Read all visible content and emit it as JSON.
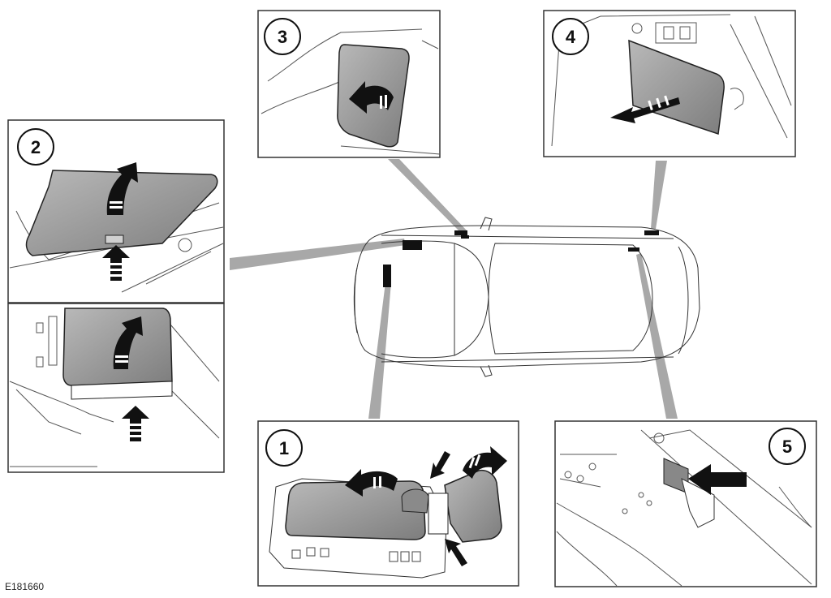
{
  "figure_id": "E181660",
  "callouts": [
    "1",
    "2",
    "3",
    "4",
    "5"
  ],
  "colors": {
    "line": "#222222",
    "panel_fill": "#9a9a9a",
    "connector": "#a8a8a8",
    "marker": "#111111"
  },
  "icons": [
    "curved-arrow-icon",
    "straight-arrow-icon",
    "striped-arrow-icon",
    "car-topview-outline"
  ]
}
